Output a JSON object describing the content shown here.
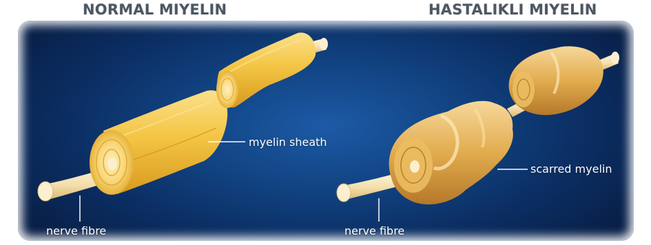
{
  "titles": {
    "left": "NORMAL MIYELIN",
    "right": "HASTALIKLI MIYELIN"
  },
  "labels": {
    "myelin_sheath": "myelin sheath",
    "nerve_fibre_left": "nerve fibre",
    "scarred_myelin": "scarred myelin",
    "nerve_fibre_right": "nerve fibre"
  },
  "colors": {
    "background": "#124585",
    "myelin": "#f4c544",
    "scarred_myelin": "#e2ac4e",
    "nerve_fibre": "#f6e4b4",
    "label_text": "#ffffff",
    "title_text": "#4d5762"
  }
}
